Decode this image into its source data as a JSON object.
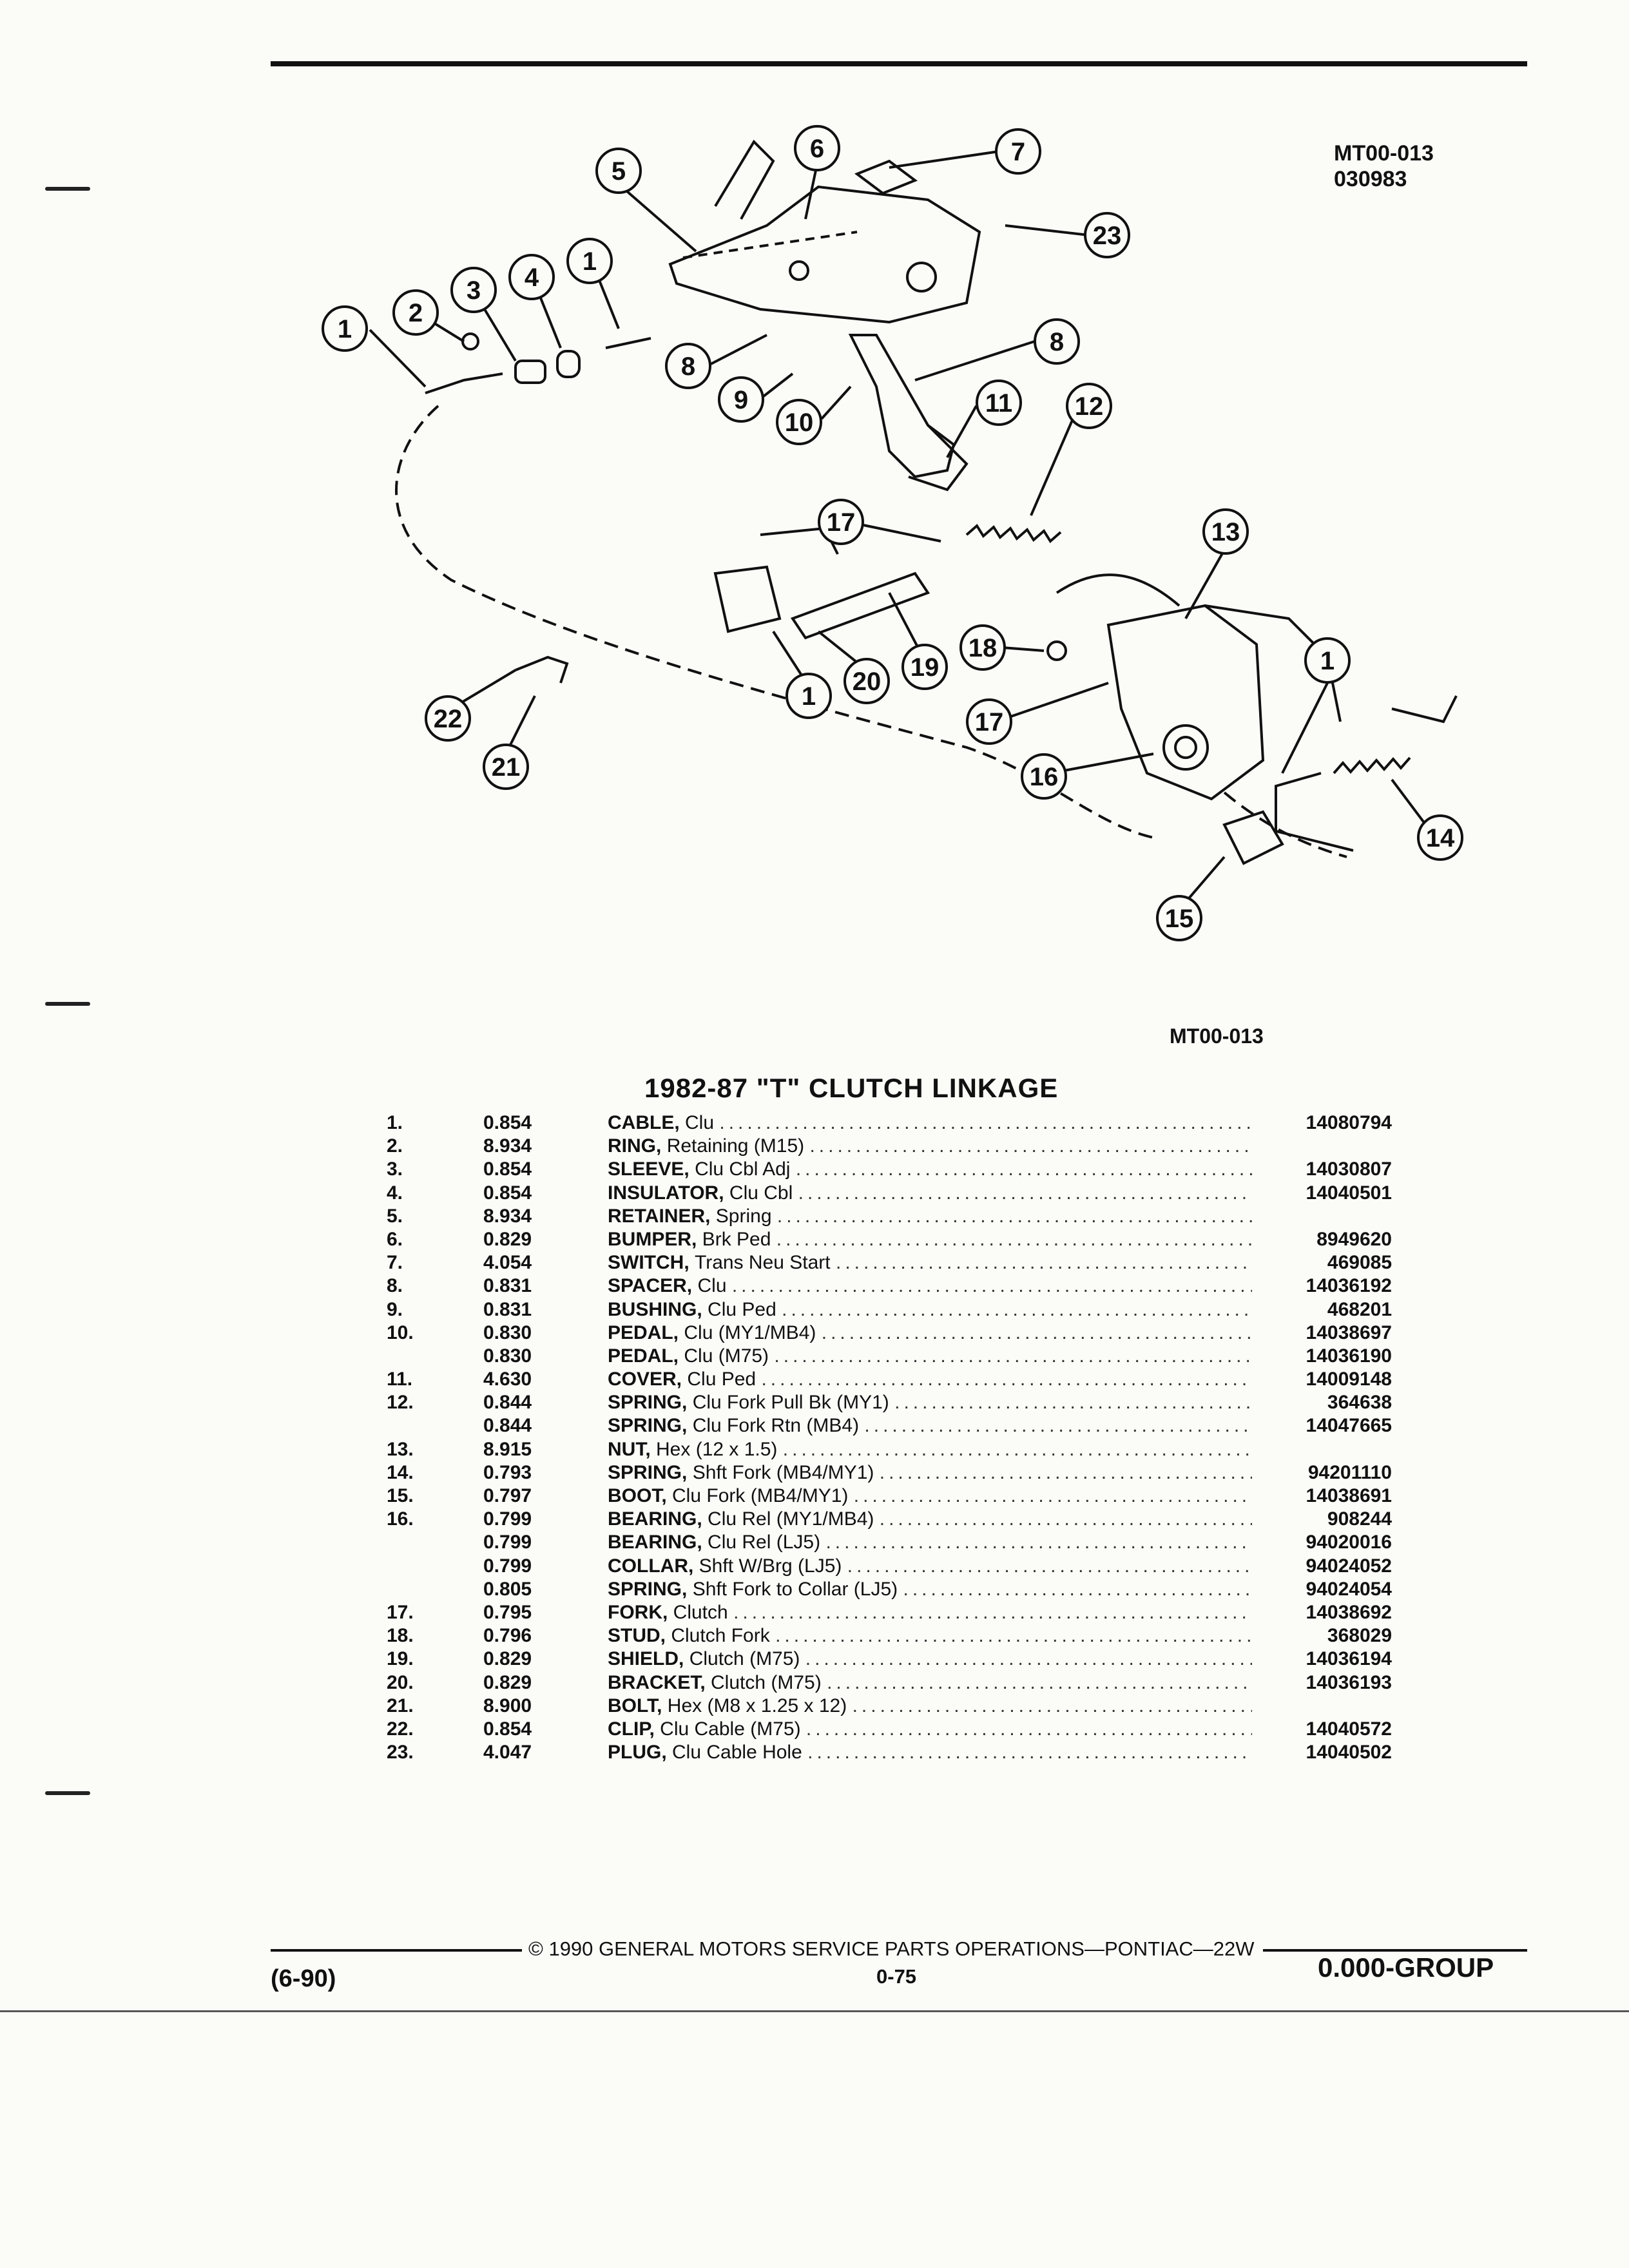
{
  "header": {
    "fig_code": "MT00-013",
    "fig_date": "030983"
  },
  "diagram": {
    "callouts": [
      "1",
      "2",
      "3",
      "4",
      "1",
      "5",
      "6",
      "7",
      "23",
      "8",
      "9",
      "10",
      "8",
      "11",
      "12",
      "17",
      "13",
      "1",
      "20",
      "19",
      "18",
      "1",
      "17",
      "16",
      "22",
      "21",
      "14",
      "15"
    ]
  },
  "figure_label": "MT00-013",
  "title": "1982-87 \"T\" CLUTCH LINKAGE",
  "parts": [
    {
      "num": "1.",
      "group": "0.854",
      "name": "CABLE,",
      "desc": "Clu",
      "part": "14080794"
    },
    {
      "num": "2.",
      "group": "8.934",
      "name": "RING,",
      "desc": "Retaining (M15)",
      "part": ""
    },
    {
      "num": "3.",
      "group": "0.854",
      "name": "SLEEVE,",
      "desc": "Clu Cbl Adj",
      "part": "14030807"
    },
    {
      "num": "4.",
      "group": "0.854",
      "name": "INSULATOR,",
      "desc": "Clu Cbl",
      "part": "14040501"
    },
    {
      "num": "5.",
      "group": "8.934",
      "name": "RETAINER,",
      "desc": "Spring",
      "part": ""
    },
    {
      "num": "6.",
      "group": "0.829",
      "name": "BUMPER,",
      "desc": "Brk Ped",
      "part": "8949620"
    },
    {
      "num": "7.",
      "group": "4.054",
      "name": "SWITCH,",
      "desc": "Trans Neu Start",
      "part": "469085"
    },
    {
      "num": "8.",
      "group": "0.831",
      "name": "SPACER,",
      "desc": "Clu",
      "part": "14036192"
    },
    {
      "num": "9.",
      "group": "0.831",
      "name": "BUSHING,",
      "desc": "Clu Ped",
      "part": "468201"
    },
    {
      "num": "10.",
      "group": "0.830",
      "name": "PEDAL,",
      "desc": "Clu (MY1/MB4)",
      "part": "14038697"
    },
    {
      "num": "",
      "group": "0.830",
      "name": "PEDAL,",
      "desc": "Clu (M75)",
      "part": "14036190"
    },
    {
      "num": "11.",
      "group": "4.630",
      "name": "COVER,",
      "desc": "Clu Ped",
      "part": "14009148"
    },
    {
      "num": "12.",
      "group": "0.844",
      "name": "SPRING,",
      "desc": "Clu Fork Pull Bk (MY1)",
      "part": "364638"
    },
    {
      "num": "",
      "group": "0.844",
      "name": "SPRING,",
      "desc": "Clu Fork Rtn (MB4)",
      "part": "14047665"
    },
    {
      "num": "13.",
      "group": "8.915",
      "name": "NUT,",
      "desc": "Hex (12 x 1.5)",
      "part": ""
    },
    {
      "num": "14.",
      "group": "0.793",
      "name": "SPRING,",
      "desc": "Shft Fork (MB4/MY1)",
      "part": "94201110"
    },
    {
      "num": "15.",
      "group": "0.797",
      "name": "BOOT,",
      "desc": "Clu Fork (MB4/MY1)",
      "part": "14038691"
    },
    {
      "num": "16.",
      "group": "0.799",
      "name": "BEARING,",
      "desc": "Clu Rel (MY1/MB4)",
      "part": "908244"
    },
    {
      "num": "",
      "group": "0.799",
      "name": "BEARING,",
      "desc": "Clu Rel (LJ5)",
      "part": "94020016"
    },
    {
      "num": "",
      "group": "0.799",
      "name": "COLLAR,",
      "desc": "Shft W/Brg (LJ5)",
      "part": "94024052"
    },
    {
      "num": "",
      "group": "0.805",
      "name": "SPRING,",
      "desc": "Shft Fork to Collar (LJ5)",
      "part": "94024054"
    },
    {
      "num": "17.",
      "group": "0.795",
      "name": "FORK,",
      "desc": "Clutch",
      "part": "14038692"
    },
    {
      "num": "18.",
      "group": "0.796",
      "name": "STUD,",
      "desc": "Clutch Fork",
      "part": "368029"
    },
    {
      "num": "19.",
      "group": "0.829",
      "name": "SHIELD,",
      "desc": "Clutch (M75)",
      "part": "14036194"
    },
    {
      "num": "20.",
      "group": "0.829",
      "name": "BRACKET,",
      "desc": "Clutch (M75)",
      "part": "14036193"
    },
    {
      "num": "21.",
      "group": "8.900",
      "name": "BOLT,",
      "desc": "Hex (M8 x 1.25 x 12)",
      "part": ""
    },
    {
      "num": "22.",
      "group": "0.854",
      "name": "CLIP,",
      "desc": "Clu Cable (M75)",
      "part": "14040572"
    },
    {
      "num": "23.",
      "group": "4.047",
      "name": "PLUG,",
      "desc": "Clu Cable Hole",
      "part": "14040502"
    }
  ],
  "footer": {
    "copyright": "© 1990 GENERAL MOTORS SERVICE PARTS OPERATIONS—PONTIAC—22W",
    "page": "0-75",
    "date": "(6-90)",
    "group": "0.000-GROUP"
  }
}
